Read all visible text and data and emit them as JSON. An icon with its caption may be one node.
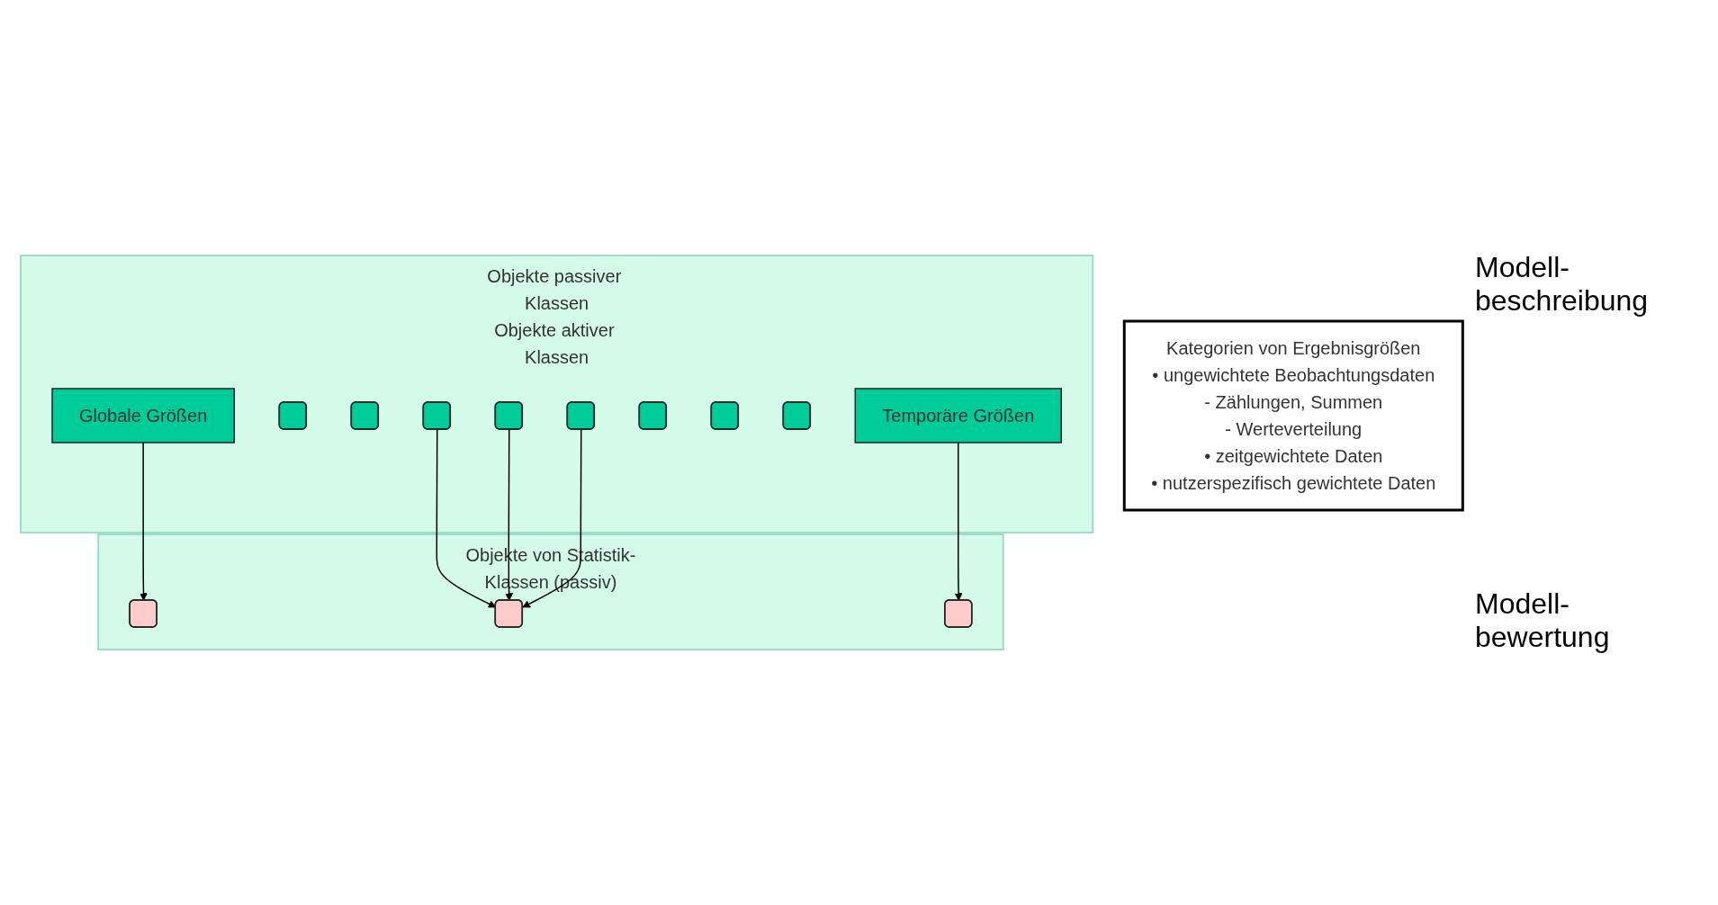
{
  "diagram": {
    "nodes": [
      {
        "text": [
          "Objekte passiver Klassen",
          "Objekte aktiver Klassen"
        ]
      },
      {
        "text": [
          "Globale Größen"
        ],
        "in": 0
      },
      {
        "text": [],
        "shape": "box",
        "in": 0
      },
      {
        "text": [],
        "shape": "box",
        "in": 0
      },
      {
        "text": [],
        "shape": "box",
        "in": 0
      },
      {
        "text": [],
        "shape": "box",
        "in": 0
      },
      {
        "text": [],
        "shape": "box",
        "in": 0
      },
      {
        "text": [],
        "shape": "box",
        "in": 0
      },
      {
        "text": [],
        "shape": "box",
        "in": 0
      },
      {
        "text": [],
        "shape": "box",
        "in": 0
      },
      {
        "text": [
          "Temporäre Größen"
        ],
        "in": 0
      },
      {
        "text": [
          "Kategorien von Ergebnisgrößen",
          "• ungewichtete Beobachtungsdaten",
          "- Zählungen, Summen",
          "- Werteverteilung",
          "• zeitgewichtete Daten",
          "• nutzerspezifisch gewichtete Daten"
        ]
      },
      {
        "text": [
          "Objekte von Statistik-Klassen (passiv)"
        ]
      },
      {
        "text": [],
        "shape": "box",
        "in": 12
      },
      {
        "text": [],
        "shape": "box",
        "in": 12
      },
      {
        "text": [],
        "shape": "box",
        "in": 12
      }
    ],
    "edges": [
      {
        "from": 1,
        "to": 13,
        "arrow": "to"
      },
      {
        "from": 4,
        "to": 14,
        "arrow": "to"
      },
      {
        "from": 5,
        "to": 14,
        "arrow": "to"
      },
      {
        "from": 6,
        "to": 14,
        "arrow": "to"
      },
      {
        "from": 10,
        "to": 15,
        "arrow": "to"
      }
    ],
    "labels": [
      "Modell- beschreibung",
      "Modell- bewertung"
    ]
  }
}
